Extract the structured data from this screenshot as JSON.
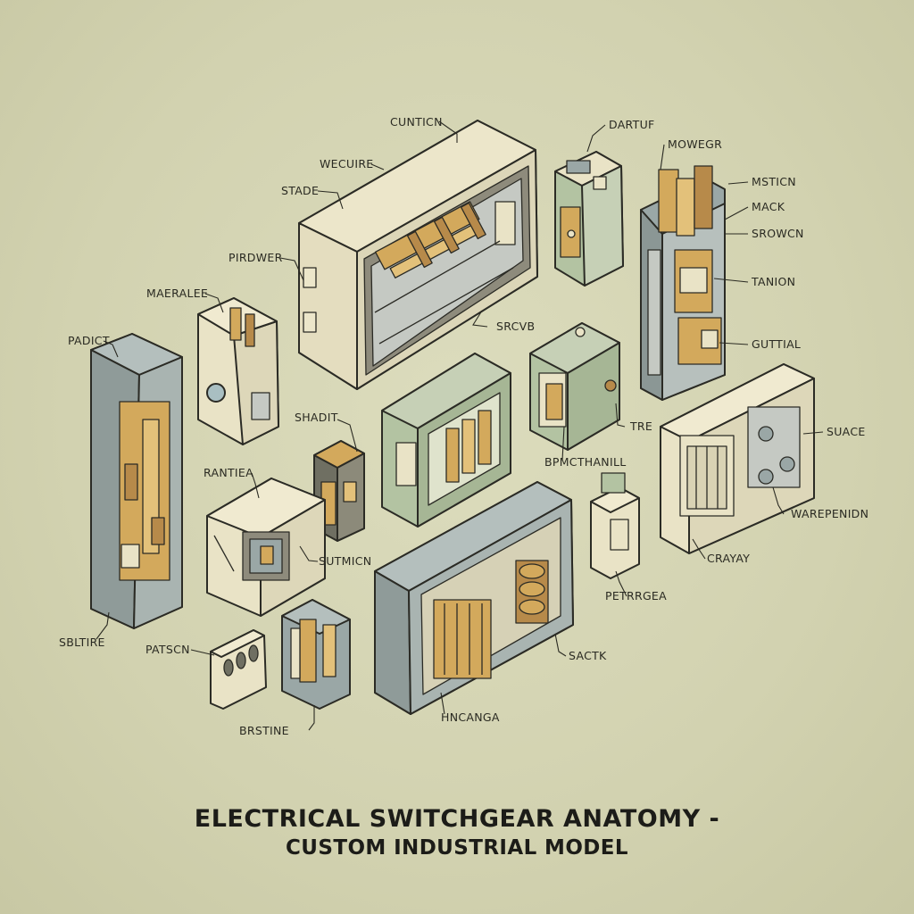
{
  "title": {
    "line1": "ELECTRICAL SWITCHGEAR ANATOMY -",
    "line2": "CUSTOM INDUSTRIAL MODEL"
  },
  "colors": {
    "paper": "#d3d3b1",
    "ink": "#2b2b25",
    "cream": "#e9e3c6",
    "slate": "#9aa7a6",
    "sage": "#b3c3a2",
    "ochre": "#d3a95c",
    "copper": "#b78a4a"
  },
  "labels": {
    "cunticn": "CUNTICN",
    "wecuire": "WECUIRE",
    "stade": "STADE",
    "pirdwer": "PIRDWER",
    "maeralee": "MAERALEE",
    "padict": "PADICT",
    "srcvb": "SRCVB",
    "dartuf": "DARTUF",
    "mowegr": "MOWEGR",
    "msticn": "MSTICN",
    "mack": "MACK",
    "srowcn": "SROWCN",
    "tanion": "TANION",
    "guttial": "GUTTIAL",
    "shadit": "SHADIT",
    "tre": "TRE",
    "bpmcthanill": "BPMCTHANILL",
    "suace": "SUACE",
    "rantiea": "RANTIEA",
    "sutmicn": "SUTMICN",
    "warepenidn": "WAREPENIDN",
    "grayay": "CRAYAY",
    "petrrgea": "PETRRGEA",
    "sbltire": "SBLTIRE",
    "patscn": "PATSCN",
    "sactk": "SACTK",
    "brstine": "BRSTINE",
    "hncanga": "HNCANGA"
  }
}
